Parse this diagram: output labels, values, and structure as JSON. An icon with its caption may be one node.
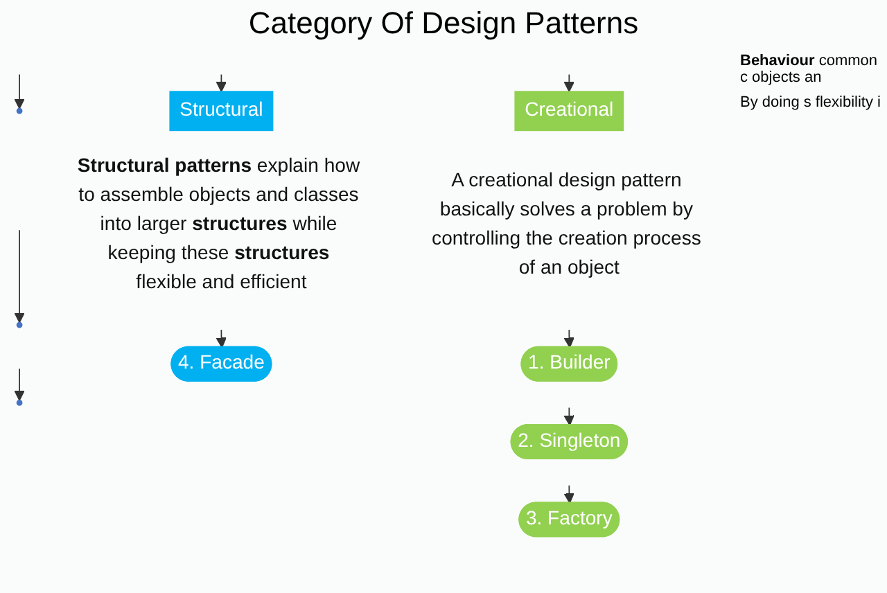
{
  "diagram": {
    "title": "Category Of Design Patterns",
    "nodes": [
      {
        "text": [
          "Creational"
        ],
        "beside": [
          "A creational design pattern basically solves a problem by controlling the creation process of an object"
        ]
      },
      {
        "text": [
          "1. Builder"
        ]
      },
      {
        "text": [
          "2. Singleton"
        ]
      },
      {
        "text": [
          "3. Factory"
        ]
      },
      {
        "text": [
          "Structural"
        ],
        "beside": [
          "**Structural patterns** explain how to assemble objects and classes into larger **structures** while keeping these **structures** flexible and efficient"
        ]
      },
      {
        "text": [
          "4. Facade"
        ]
      },
      {
        "text": [],
        "shape": "circle"
      },
      {
        "text": [],
        "shape": "circle"
      },
      {
        "text": [],
        "shape": "circle"
      }
    ],
    "edges": [
      {
        "from": null,
        "to": 0,
        "arrow": "to"
      },
      {
        "from": null,
        "to": 4,
        "arrow": "to"
      },
      {
        "from": null,
        "to": 1,
        "arrow": "to"
      },
      {
        "from": null,
        "to": 2,
        "arrow": "to"
      },
      {
        "from": null,
        "to": 3,
        "arrow": "to"
      },
      {
        "from": null,
        "to": 5,
        "arrow": "to"
      },
      {
        "from": null,
        "to": 6,
        "arrow": "to"
      },
      {
        "from": null,
        "to": 7,
        "arrow": "to"
      },
      {
        "from": null,
        "to": 8,
        "arrow": "to"
      }
    ],
    "labels": [
      "**Behaviour** common c objects an",
      "By doing s flexibility i"
    ]
  }
}
